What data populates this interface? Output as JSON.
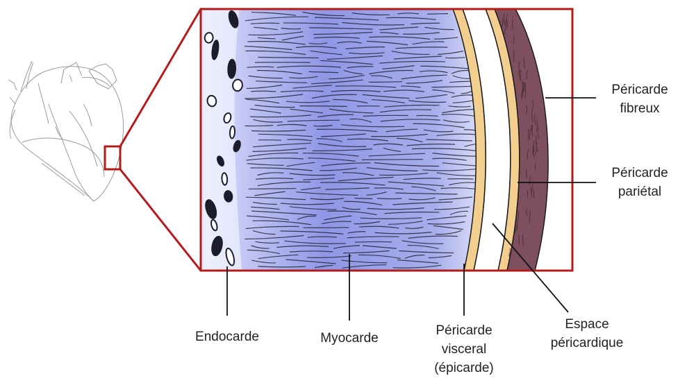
{
  "labels": {
    "endocarde": "Endocarde",
    "myocarde": "Myocarde",
    "visceral": {
      "line1": "Péricarde",
      "line2": "visceral",
      "line3": "(épicarde)"
    },
    "espace": {
      "line1": "Espace",
      "line2": "péricardique"
    },
    "fibreux": {
      "line1": "Péricarde",
      "line2": "fibreux"
    },
    "parietal": {
      "line1": "Péricarde",
      "line2": "pariétal"
    }
  },
  "colors": {
    "zoom_frame": "#b31b1b",
    "myocardium": "#8f97e6",
    "serous_layer": "#f3cf8f",
    "fibrous_layer": "#7e4f5f",
    "leader_lines": "#111111",
    "heart_outline": "#9a9a9a"
  }
}
